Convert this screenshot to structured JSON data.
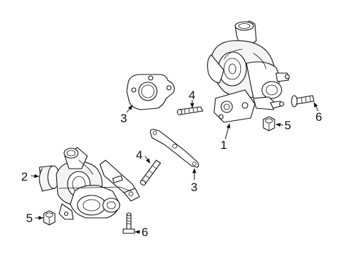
{
  "callouts": {
    "c1": "1",
    "c2": "2",
    "c3_upper": "3",
    "c3_lower": "3",
    "c4_upper": "4",
    "c4_lower": "4",
    "c5_right": "5",
    "c5_left": "5",
    "c6_right": "6",
    "c6_left": "6"
  }
}
